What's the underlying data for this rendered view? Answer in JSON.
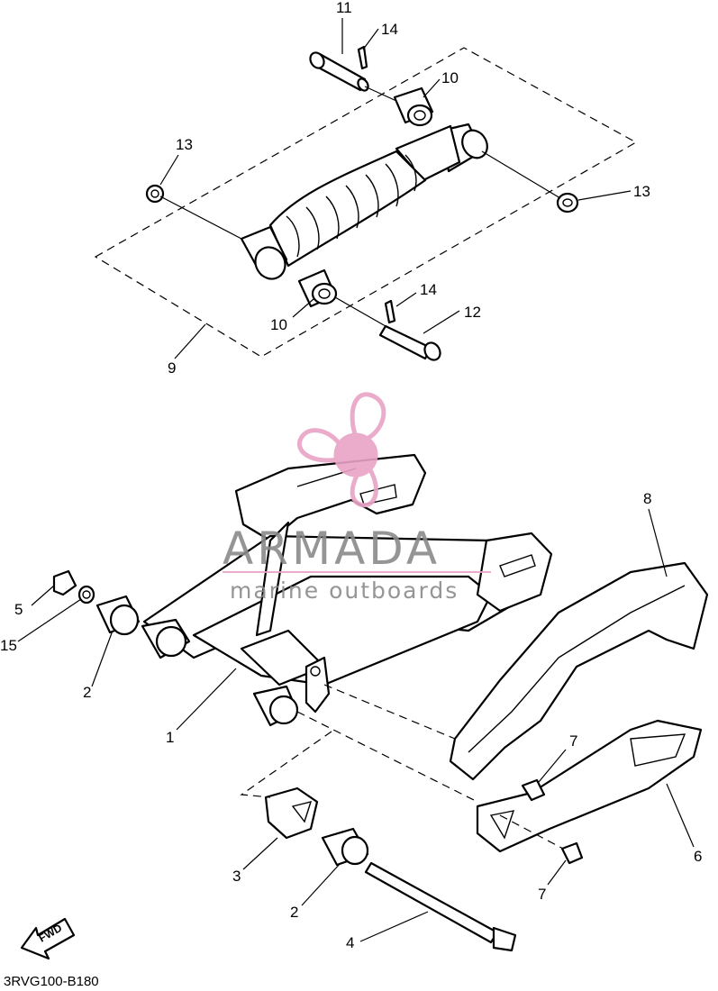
{
  "diagram": {
    "part_code": "3RVG100-B180",
    "fwd_label": "FWD",
    "callouts": {
      "swingarm": "1",
      "bushing_front": "2",
      "bushing_rear": "2",
      "collar": "3",
      "pivot_shaft": "4",
      "nut": "5",
      "chain_guard_lower": "6",
      "bolt_upper": "7",
      "bolt_lower": "7",
      "chain_case": "8",
      "shock_assembly": "9",
      "shock_bushing_upper": "10",
      "shock_bushing_lower": "10",
      "pin_upper": "11",
      "pin_lower": "12",
      "washer_left": "13",
      "washer_right": "13",
      "cotter_pin_upper": "14",
      "cotter_pin_lower": "14",
      "washer_pivot": "15"
    }
  },
  "watermark": {
    "brand": "ARMADA",
    "tagline": "marine outboards",
    "color": "#e9a3c6"
  }
}
